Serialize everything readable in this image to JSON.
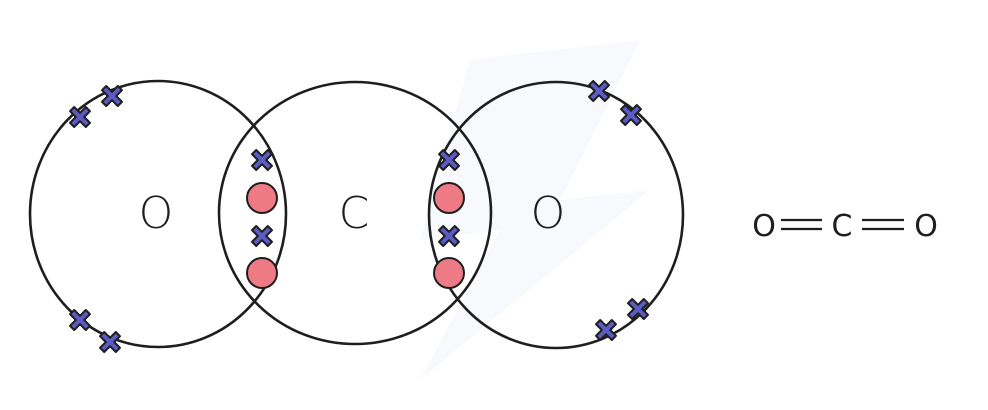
{
  "atoms": {
    "left_label": "O",
    "center_label": "C",
    "right_label": "O"
  },
  "electron_colors": {
    "cross": "#5b5bc4",
    "dot": "#ee7a86",
    "outline": "#1e1e1e"
  },
  "structural_formula": {
    "atom_1": "O",
    "atom_2": "C",
    "atom_3": "O"
  }
}
